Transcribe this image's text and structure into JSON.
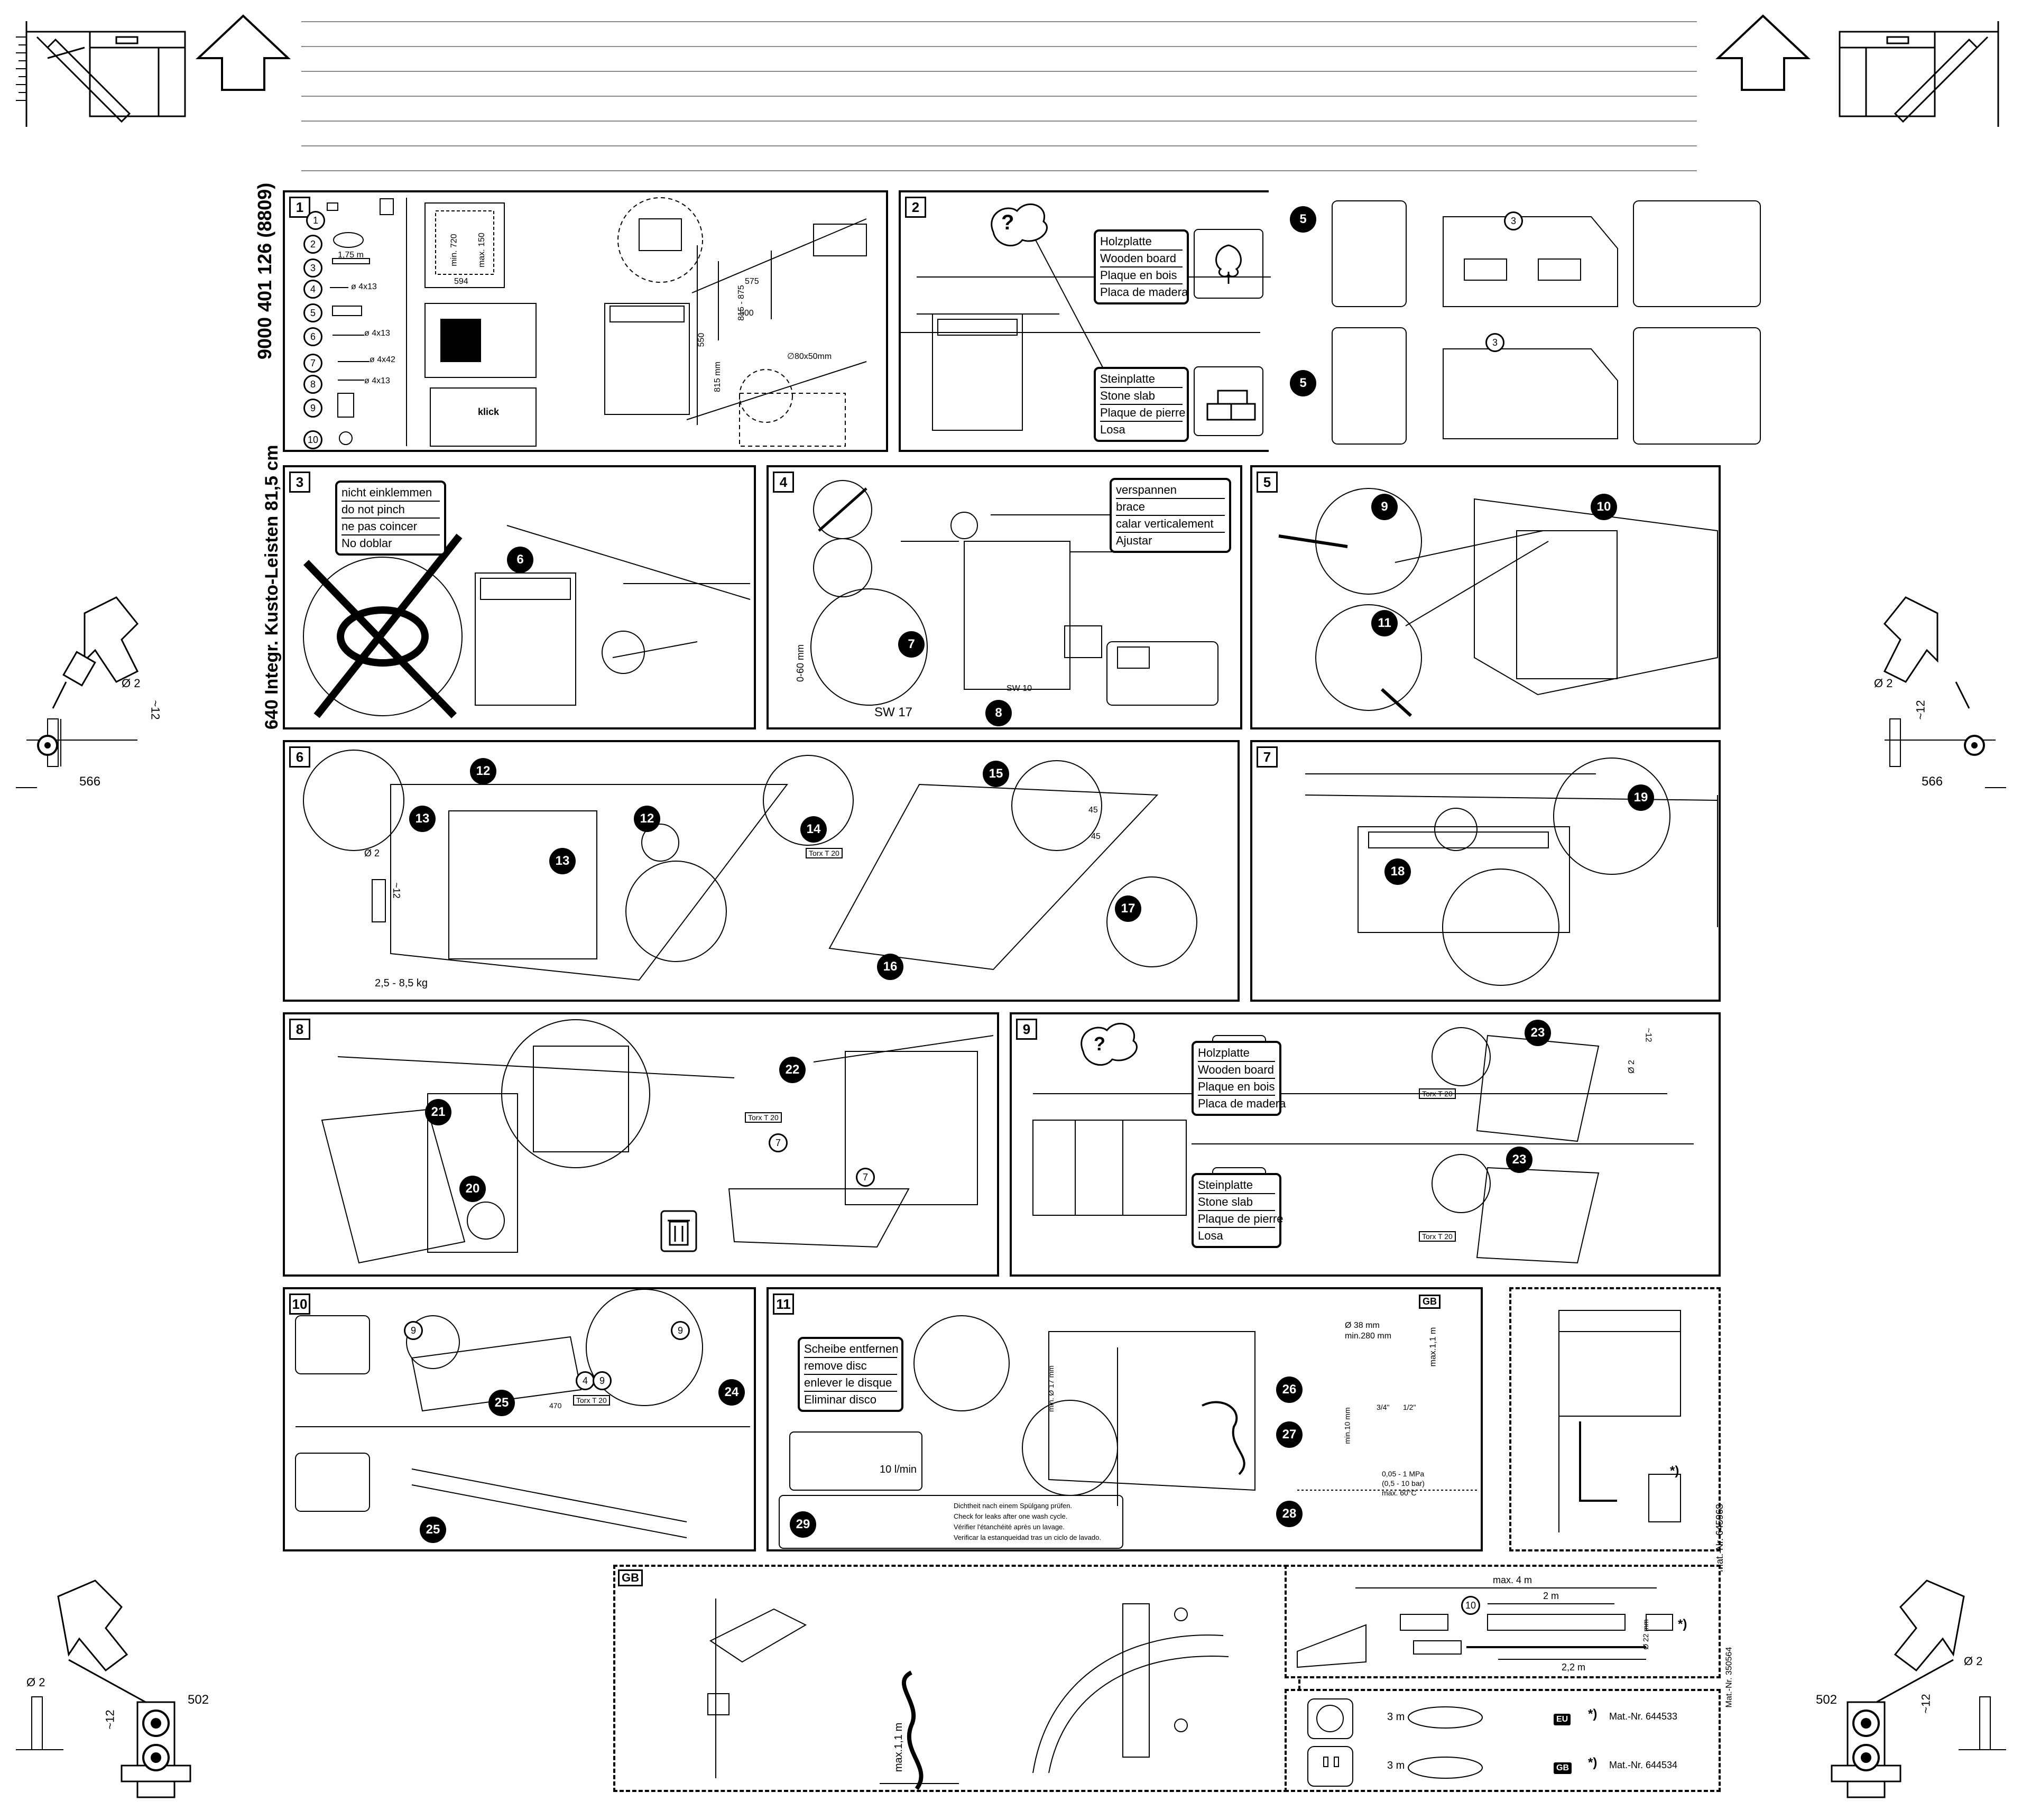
{
  "sidebar_texts": {
    "part_number": "9000 401 126 (8809)",
    "kusto": "640 Integr. Kusto-Leisten 81,5 cm"
  },
  "corner_dims": {
    "left_mid": "566",
    "right_mid": "566",
    "left_bottom": "502",
    "right_bottom": "502",
    "dia": "Ø 2",
    "depth": "~12"
  },
  "panels": [
    {
      "num": "1"
    },
    {
      "num": "2"
    },
    {
      "num": "3"
    },
    {
      "num": "4"
    },
    {
      "num": "5"
    },
    {
      "num": "6"
    },
    {
      "num": "7"
    },
    {
      "num": "8"
    },
    {
      "num": "9"
    },
    {
      "num": "10"
    },
    {
      "num": "11"
    }
  ],
  "panel1": {
    "parts": [
      "1",
      "2",
      "3",
      "4",
      "5",
      "6",
      "7",
      "8",
      "9",
      "10"
    ],
    "hose_len": "1,75 m",
    "screw4": "ø 4x13",
    "screw6": "ø 4x13",
    "screw7": "ø 4x42",
    "screw8": "ø 4x13",
    "dim_720": "min. 720",
    "dim_150": "max. 150",
    "dim_594": "594",
    "klick": "klick",
    "dim_550": "550",
    "dim_815": "815 mm",
    "dim_815_875": "815 - 875",
    "dim_575": "575",
    "dim_500": "500",
    "dim_hole": "∅80x50mm"
  },
  "panel2": {
    "wood": [
      "Holzplatte",
      "Wooden board",
      "Plaque en bois",
      "Placa de madera"
    ],
    "stone": [
      "Steinplatte",
      "Stone slab",
      "Plaque de pierre",
      "Losa"
    ]
  },
  "panel3": {
    "pinch": [
      "nicht einklemmen",
      "do not pinch",
      "ne pas coincer",
      "No doblar"
    ]
  },
  "panel4": {
    "brace": [
      "verspannen",
      "brace",
      "calar verticalement",
      "Ajustar"
    ],
    "range": "0-60 mm",
    "sw17": "SW 17",
    "sw10": "SW 10"
  },
  "panel6": {
    "weight": "2,5 - 8,5 kg",
    "torx": "Torx T 20",
    "dim45a": "45",
    "dim45b": "45",
    "dia": "Ø 2",
    "depth": "~12"
  },
  "panel8": {
    "torx": "Torx T 20"
  },
  "panel9": {
    "torx1": "Torx T 20",
    "torx2": "Torx T 20",
    "dia": "Ø 2",
    "depth": "~12"
  },
  "panel10": {
    "torx": "Torx T 20",
    "dim": "470"
  },
  "panel11": {
    "disc": [
      "Scheibe entfernen",
      "remove disc",
      "enlever le disque",
      "Eliminar disco"
    ],
    "flow": "10 l/min",
    "leak": [
      "Dichtheit nach einem Spülgang prüfen.",
      "Check for leaks after one wash cycle.",
      "Vérifier l'étanchéité après un lavage.",
      "Verificar la estanqueidad tras un ciclo de lavado."
    ],
    "gb": "GB",
    "d38": "Ø 38 mm",
    "min280": "min.280 mm",
    "max11": "max.1,1 m",
    "min17": "min. Ø 17 mm",
    "min10": "min.10 mm",
    "thread34": "3/4\"",
    "thread12": "1/2\"",
    "pressure": [
      "0,05 - 1 MPa",
      "(0,5 - 10 bar)",
      "max. 60°C"
    ]
  },
  "mat_side": "Mat.-Nr. 645968",
  "gb_bottom": {
    "label": "GB",
    "max11": "max.1,1 m"
  },
  "hose_ext": {
    "max4": "max. 4 m",
    "m2": "2 m",
    "m22": "2,2 m",
    "d22": "Ø 22 mm",
    "mat": "Mat.-Nr. 350564"
  },
  "cables": [
    {
      "len": "3 m",
      "badge": "EU",
      "mat": "Mat.-Nr. 644533"
    },
    {
      "len": "3 m",
      "badge": "GB",
      "mat": "Mat.-Nr. 644534"
    }
  ],
  "star": "*)"
}
